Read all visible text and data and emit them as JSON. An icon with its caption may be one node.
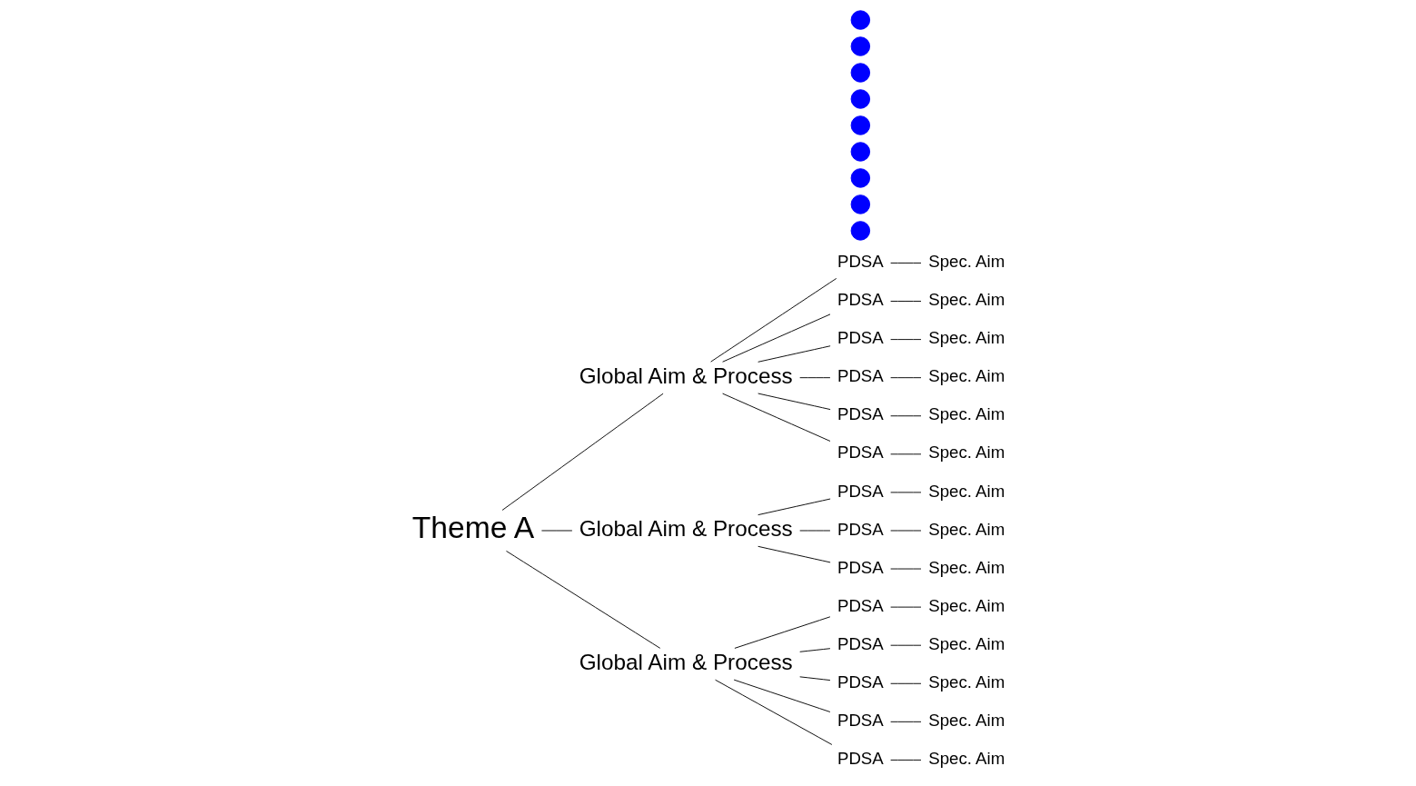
{
  "diagram": {
    "nodes": [
      {
        "text": [
          "Theme A"
        ]
      },
      {
        "text": [
          "Global Aim & Process"
        ]
      },
      {
        "text": [
          "PDSA"
        ]
      },
      {
        "text": [
          "Spec. Aim"
        ]
      },
      {
        "text": [
          "PDSA"
        ]
      },
      {
        "text": [
          "Spec. Aim"
        ]
      },
      {
        "text": [
          "PDSA"
        ]
      },
      {
        "text": [
          "Spec. Aim"
        ]
      },
      {
        "text": [
          "PDSA"
        ]
      },
      {
        "text": [
          "Spec. Aim"
        ]
      },
      {
        "text": [
          "PDSA"
        ]
      },
      {
        "text": [
          "Spec. Aim"
        ]
      },
      {
        "text": [
          "PDSA"
        ]
      },
      {
        "text": [
          "Spec. Aim"
        ]
      },
      {
        "text": [],
        "shape": "circle"
      },
      {
        "text": [],
        "shape": "circle"
      },
      {
        "text": [],
        "shape": "circle"
      },
      {
        "text": [
          "Global Aim & Process"
        ]
      },
      {
        "text": [
          "PDSA"
        ]
      },
      {
        "text": [
          "Spec. Aim"
        ]
      },
      {
        "text": [
          "PDSA"
        ]
      },
      {
        "text": [
          "Spec. Aim"
        ]
      },
      {
        "text": [
          "PDSA"
        ]
      },
      {
        "text": [
          "Spec. Aim"
        ]
      },
      {
        "text": [],
        "shape": "circle"
      },
      {
        "text": [],
        "shape": "circle"
      },
      {
        "text": [],
        "shape": "circle"
      },
      {
        "text": [
          "Global Aim & Process"
        ]
      },
      {
        "text": [
          "PDSA"
        ]
      },
      {
        "text": [
          "Spec. Aim"
        ]
      },
      {
        "text": [
          "PDSA"
        ]
      },
      {
        "text": [
          "Spec. Aim"
        ]
      },
      {
        "text": [
          "PDSA"
        ]
      },
      {
        "text": [
          "Spec. Aim"
        ]
      },
      {
        "text": [
          "PDSA"
        ]
      },
      {
        "text": [
          "Spec. Aim"
        ]
      },
      {
        "text": [
          "PDSA"
        ]
      },
      {
        "text": [
          "Spec. Aim"
        ]
      },
      {
        "text": [],
        "shape": "circle"
      },
      {
        "text": [],
        "shape": "circle"
      },
      {
        "text": [],
        "shape": "circle"
      }
    ],
    "edges": [
      {
        "from": 0,
        "to": 1,
        "arrow": "none"
      },
      {
        "from": 0,
        "to": 17,
        "arrow": "none"
      },
      {
        "from": 0,
        "to": 27,
        "arrow": "none"
      },
      {
        "from": 1,
        "to": 2,
        "arrow": "none"
      },
      {
        "from": 2,
        "to": 3,
        "arrow": "none"
      },
      {
        "from": 1,
        "to": 4,
        "arrow": "none"
      },
      {
        "from": 4,
        "to": 5,
        "arrow": "none"
      },
      {
        "from": 1,
        "to": 6,
        "arrow": "none"
      },
      {
        "from": 6,
        "to": 7,
        "arrow": "none"
      },
      {
        "from": 1,
        "to": 8,
        "arrow": "none"
      },
      {
        "from": 8,
        "to": 9,
        "arrow": "none"
      },
      {
        "from": 1,
        "to": 10,
        "arrow": "none"
      },
      {
        "from": 10,
        "to": 11,
        "arrow": "none"
      },
      {
        "from": 1,
        "to": 12,
        "arrow": "none"
      },
      {
        "from": 12,
        "to": 13,
        "arrow": "none"
      },
      {
        "from": 17,
        "to": 18,
        "arrow": "none"
      },
      {
        "from": 18,
        "to": 19,
        "arrow": "none"
      },
      {
        "from": 17,
        "to": 20,
        "arrow": "none"
      },
      {
        "from": 20,
        "to": 21,
        "arrow": "none"
      },
      {
        "from": 17,
        "to": 22,
        "arrow": "none"
      },
      {
        "from": 22,
        "to": 23,
        "arrow": "none"
      },
      {
        "from": 27,
        "to": 28,
        "arrow": "none"
      },
      {
        "from": 28,
        "to": 29,
        "arrow": "none"
      },
      {
        "from": 27,
        "to": 30,
        "arrow": "none"
      },
      {
        "from": 30,
        "to": 31,
        "arrow": "none"
      },
      {
        "from": 27,
        "to": 32,
        "arrow": "none"
      },
      {
        "from": 32,
        "to": 33,
        "arrow": "none"
      },
      {
        "from": 27,
        "to": 34,
        "arrow": "none"
      },
      {
        "from": 34,
        "to": 35,
        "arrow": "none"
      },
      {
        "from": 27,
        "to": 36,
        "arrow": "none"
      },
      {
        "from": 36,
        "to": 37,
        "arrow": "none"
      }
    ]
  }
}
